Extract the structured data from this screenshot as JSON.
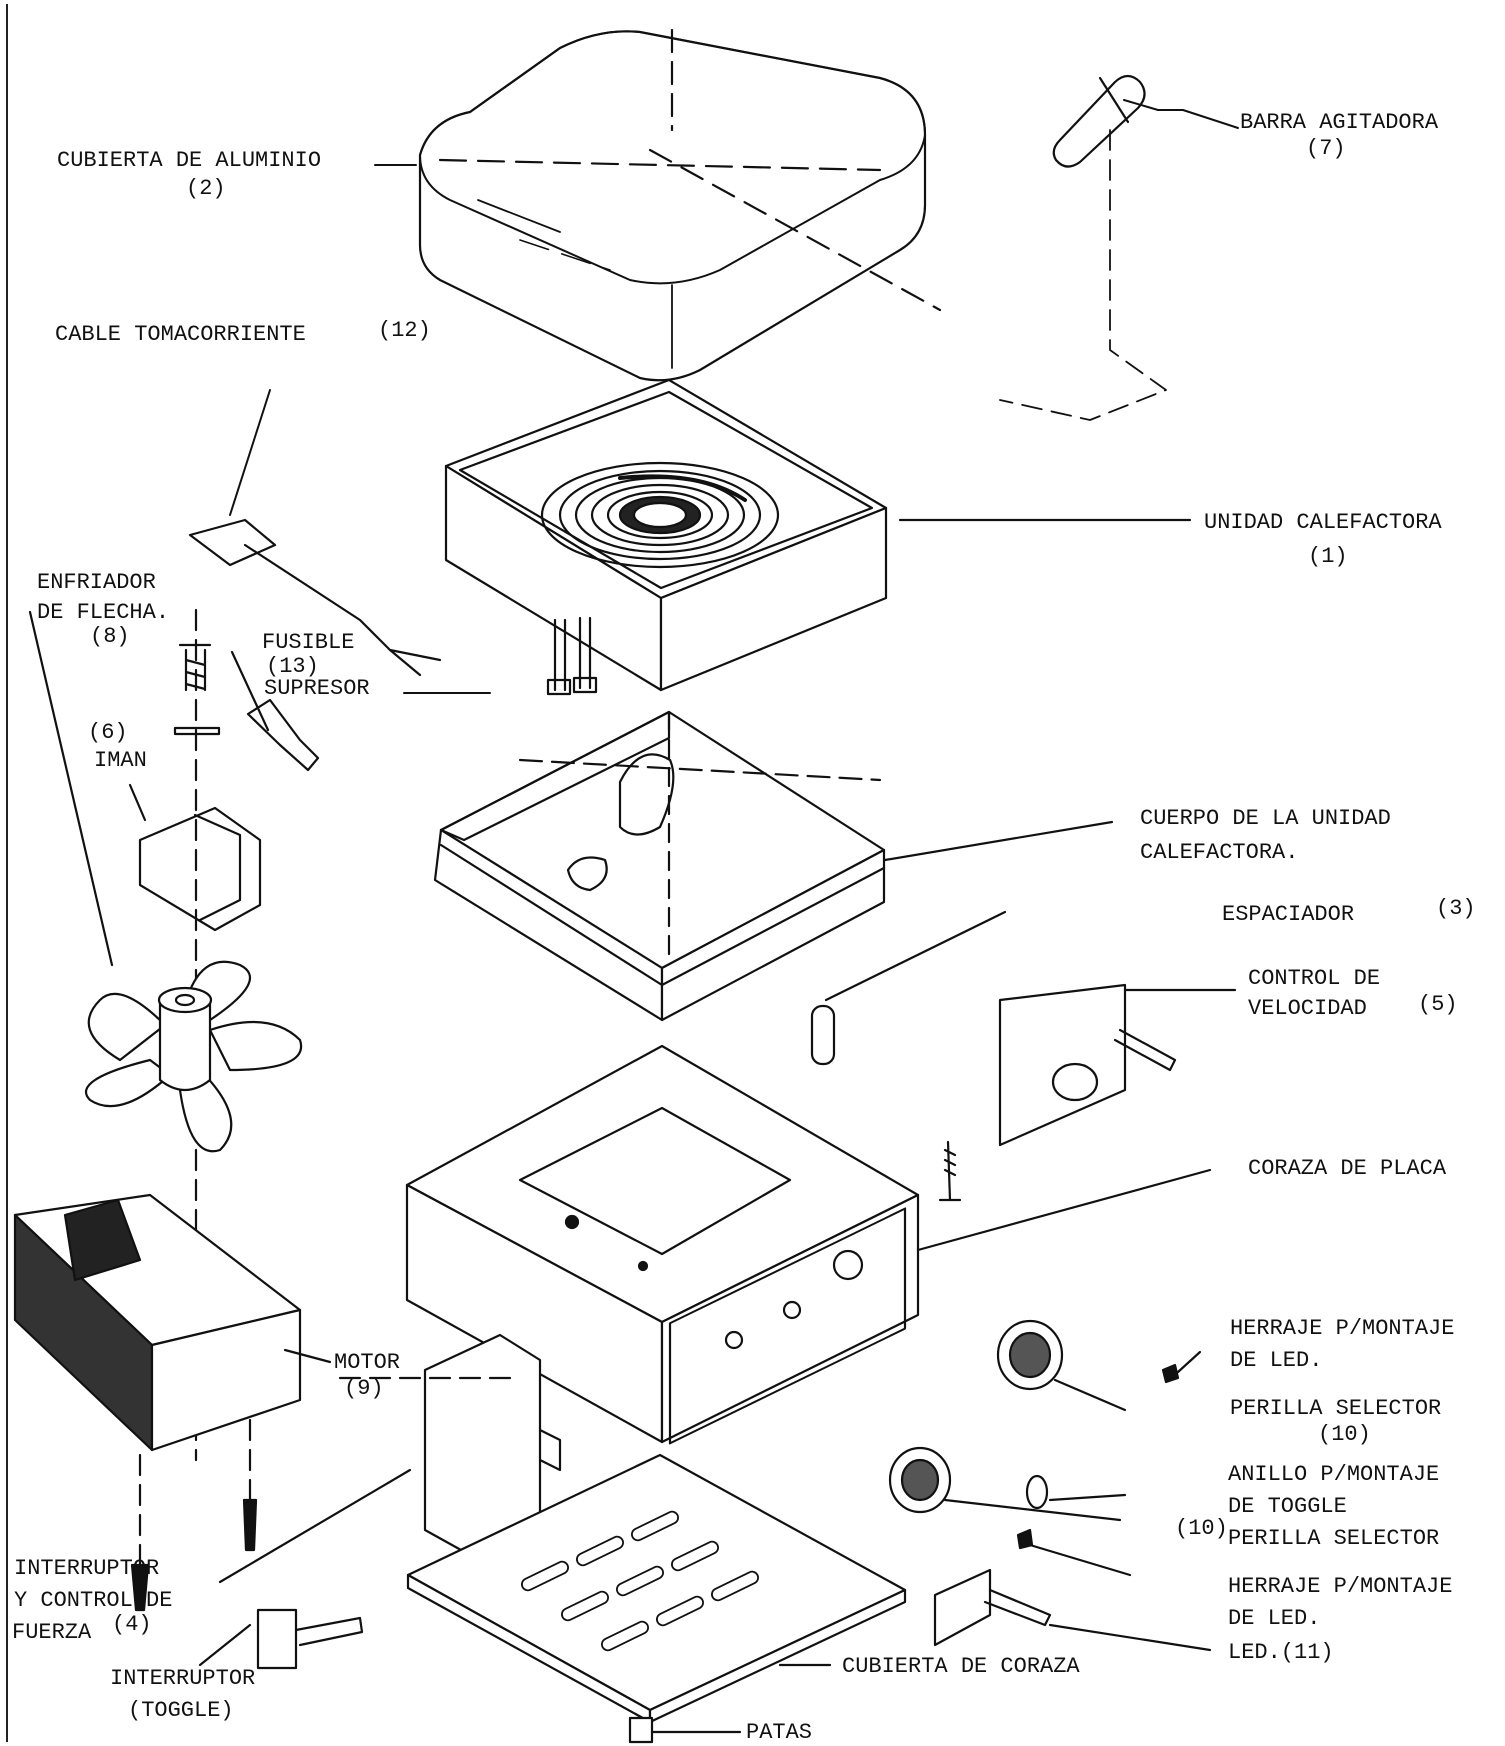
{
  "diagram": {
    "labels": {
      "cubierta_aluminio": "CUBIERTA DE ALUMINIO",
      "cubierta_aluminio_num": "(2)",
      "barra_agitadora": "BARRA AGITADORA",
      "barra_agitadora_num": "(7)",
      "cable_tomacorriente": "CABLE TOMACORRIENTE",
      "cable_tomacorriente_num": "(12)",
      "unidad_calefactora": "UNIDAD CALEFACTORA",
      "unidad_calefactora_num": "(1)",
      "enfriador_l1": "ENFRIADOR",
      "enfriador_l2": "DE FLECHA.",
      "enfriador_num": "(8)",
      "fusible": "FUSIBLE",
      "fusible_num": "(13)",
      "supresor": "SUPRESOR",
      "iman_num": "(6)",
      "iman": "IMAN",
      "cuerpo_l1": "CUERPO DE LA UNIDAD",
      "cuerpo_l2": "CALEFACTORA.",
      "espaciador": "ESPACIADOR",
      "espaciador_num": "(3)",
      "control_l1": "CONTROL DE",
      "control_l2": "VELOCIDAD",
      "control_num": "(5)",
      "coraza_placa": "CORAZA DE PLACA",
      "herraje1_l1": "HERRAJE P/MONTAJE",
      "herraje1_l2": "DE LED.",
      "perilla1": "PERILLA SELECTOR",
      "perilla1_num": "(10)",
      "motor": "MOTOR",
      "motor_num": "(9)",
      "anillo_l1": "ANILLO P/MONTAJE",
      "anillo_l2": "DE TOGGLE",
      "perilla2_num": "(10)",
      "perilla2": "PERILLA SELECTOR",
      "herraje2_l1": "HERRAJE P/MONTAJE",
      "herraje2_l2": "DE LED.",
      "led": "LED.(11)",
      "interruptor_l1": "INTERRUPTOR",
      "interruptor_l2": "Y CONTROL DE",
      "interruptor_l3": "FUERZA",
      "interruptor_num": "(4)",
      "toggle_l1": "INTERRUPTOR",
      "toggle_l2": "(TOGGLE)",
      "cubierta_coraza": "CUBIERTA DE CORAZA",
      "patas": "PATAS"
    }
  }
}
